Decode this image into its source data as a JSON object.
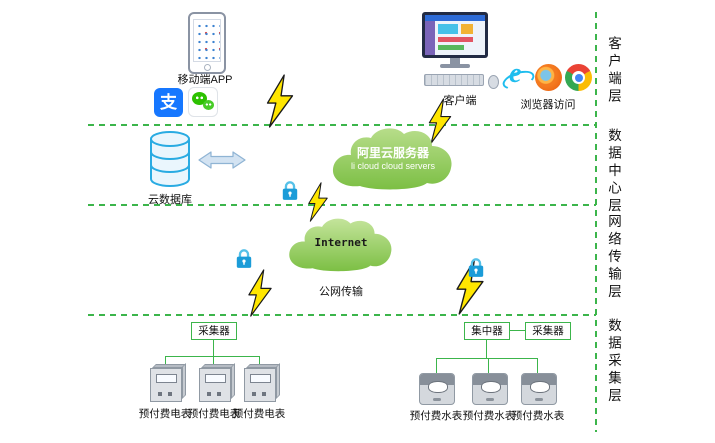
{
  "layers": [
    {
      "label": "客户端层"
    },
    {
      "label": "数据中心层"
    },
    {
      "label": "网络传输层"
    },
    {
      "label": "数据采集层"
    }
  ],
  "client": {
    "mobile_app_label": "移动端APP",
    "alipay_char": "支",
    "client_label": "客户端",
    "browser_label": "浏览器访问"
  },
  "datacenter": {
    "database_label": "云数据库",
    "cloud_title": "阿里云服务器",
    "cloud_subtitle": "li cloud  cloud servers"
  },
  "network": {
    "internet_label": "Internet",
    "transport_label": "公网传输"
  },
  "collection": {
    "collector_left": "采集器",
    "concentrator": "集中器",
    "collector_right": "采集器",
    "electric_meters": [
      {
        "label": "预付费电表"
      },
      {
        "label": "预付费电表"
      },
      {
        "label": "预付费电表"
      }
    ],
    "water_meters": [
      {
        "label": "预付费水表"
      },
      {
        "label": "预付费水表"
      },
      {
        "label": "预付费水表"
      }
    ]
  },
  "colors": {
    "layer_line_green": "#3cb54b",
    "cloud_green": "#8cc63f",
    "bolt_yellow": "#ffe600",
    "lock_blue": "#1b9cd8",
    "alipay_blue": "#1677ff",
    "wechat_green": "#2dc100",
    "database_blue": "#29abe2"
  }
}
